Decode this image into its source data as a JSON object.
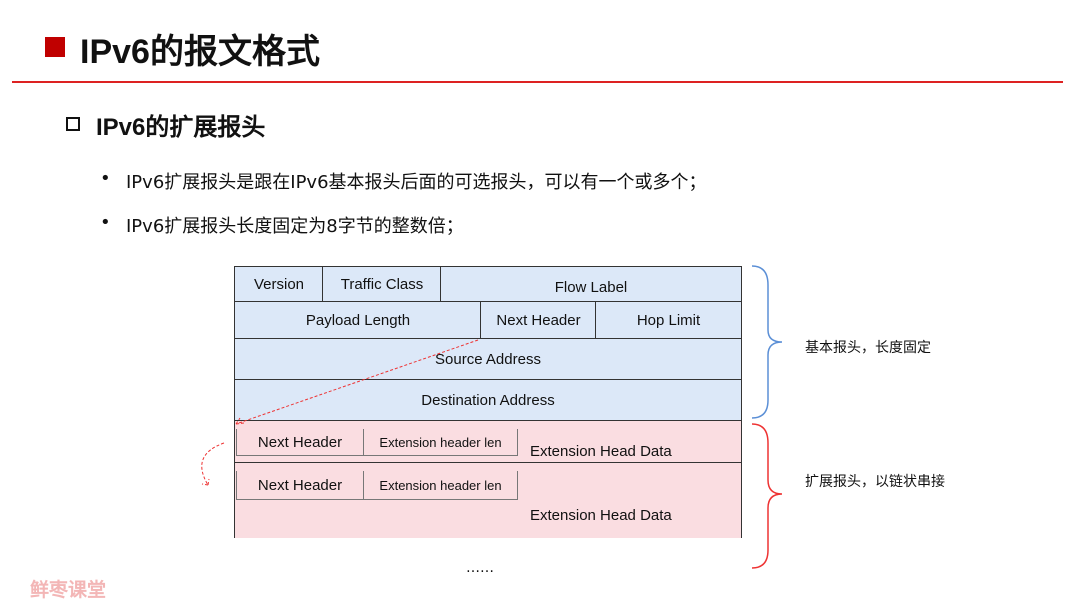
{
  "title": "IPv6的报文格式",
  "subtitle": "IPv6的扩展报头",
  "bullets": [
    "IPv6扩展报头是跟在IPv6基本报头后面的可选报头，可以有一个或多个；",
    "IPv6扩展报头长度固定为8字节的整数倍；"
  ],
  "bullet_mark": "•",
  "diagram": {
    "version": "Version",
    "traffic_class": "Traffic Class",
    "flow_label": "Flow Label",
    "payload_length": "Payload Length",
    "next_header": "Next Header",
    "hop_limit": "Hop Limit",
    "source": "Source Address",
    "destination": "Destination Address",
    "ext": [
      {
        "next_header": "Next Header",
        "len": "Extension header len",
        "data": "Extension Head Data"
      },
      {
        "next_header": "Next Header",
        "len": "Extension header len",
        "data": "Extension Head Data"
      }
    ],
    "ellipsis": "……",
    "basic_label": "基本报头，长度固定",
    "ext_label": "扩展报头，以链状串接"
  },
  "watermark": "鲜枣课堂",
  "colors": {
    "accent": "#c00000",
    "basic": "#dce8f8",
    "ext": "#fadde1"
  }
}
